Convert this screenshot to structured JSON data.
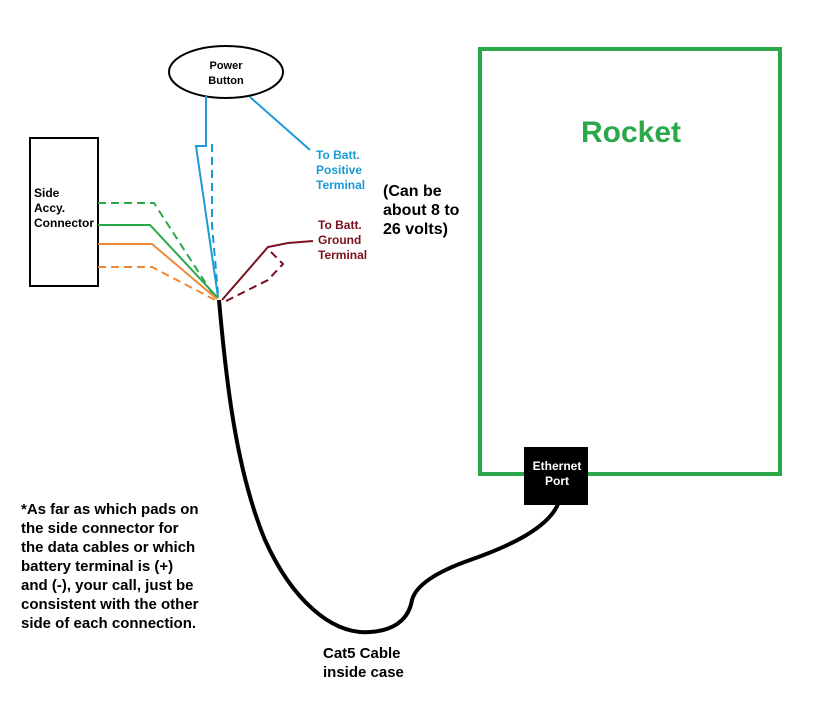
{
  "power_button": {
    "line1": "Power",
    "line2": "Button"
  },
  "side_connector": {
    "line1": "Side",
    "line2": "Accy.",
    "line3": "Connector"
  },
  "batt_positive": {
    "line1": "To Batt.",
    "line2": "Positive",
    "line3": "Terminal",
    "color": "#1b9ad6"
  },
  "batt_ground": {
    "line1": "To Batt.",
    "line2": "Ground",
    "line3": "Terminal",
    "color": "#7a1020"
  },
  "voltage_note": {
    "line1": "(Can be",
    "line2": "about 8 to",
    "line3": "26 volts)"
  },
  "rocket": {
    "title": "Rocket",
    "color": "#2aa84a"
  },
  "ethernet_port": {
    "line1": "Ethernet",
    "line2": "Port"
  },
  "cable": {
    "line1": "Cat5 Cable",
    "line2": "inside case"
  },
  "note": {
    "lines": [
      "*As far as which pads on",
      "the side connector for",
      "the data cables or which",
      "battery terminal is (+)",
      "and (-), your call, just be",
      "consistent with the other",
      "side of each connection."
    ]
  },
  "colors": {
    "blue_wire": "#1b9ad6",
    "green_wire": "#2aa84a",
    "orange_wire": "#ec8a3a",
    "ground_wire": "#7a1020",
    "cable": "#000000"
  }
}
